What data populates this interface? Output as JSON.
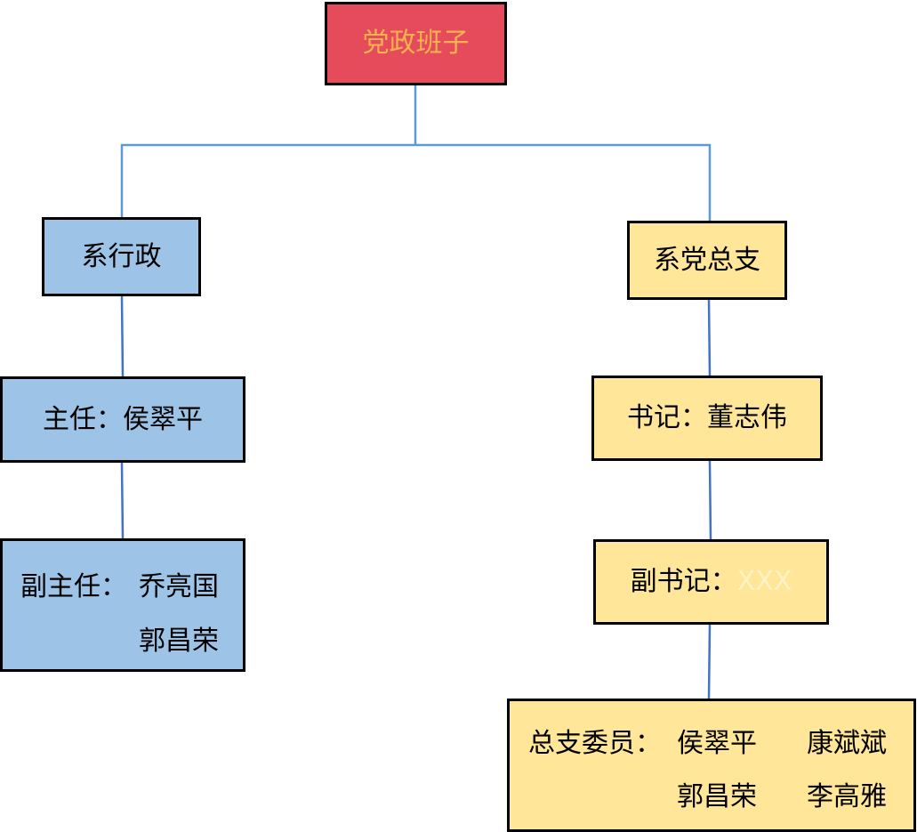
{
  "root": {
    "label": "党政班子"
  },
  "admin": {
    "label": "系行政",
    "director": {
      "label": "主任：侯翠平"
    },
    "deputy_director": {
      "label": "副主任：",
      "names": [
        "乔亮国",
        "郭昌荣"
      ]
    }
  },
  "party": {
    "label": "系党总支",
    "secretary": {
      "label": "书记：董志伟"
    },
    "deputy_secretary": {
      "label": "副书记：",
      "value": "XXX"
    },
    "members": {
      "label": "总支委员：",
      "names": [
        "侯翠平",
        "康斌斌",
        "郭昌荣",
        "李高雅"
      ]
    }
  },
  "colors": {
    "root_fill": "#e64b5c",
    "root_text": "#f6b24e",
    "admin_fill": "#9dc3e6",
    "party_fill": "#ffe699",
    "connector": "#5b9bd5",
    "border": "#000000"
  }
}
